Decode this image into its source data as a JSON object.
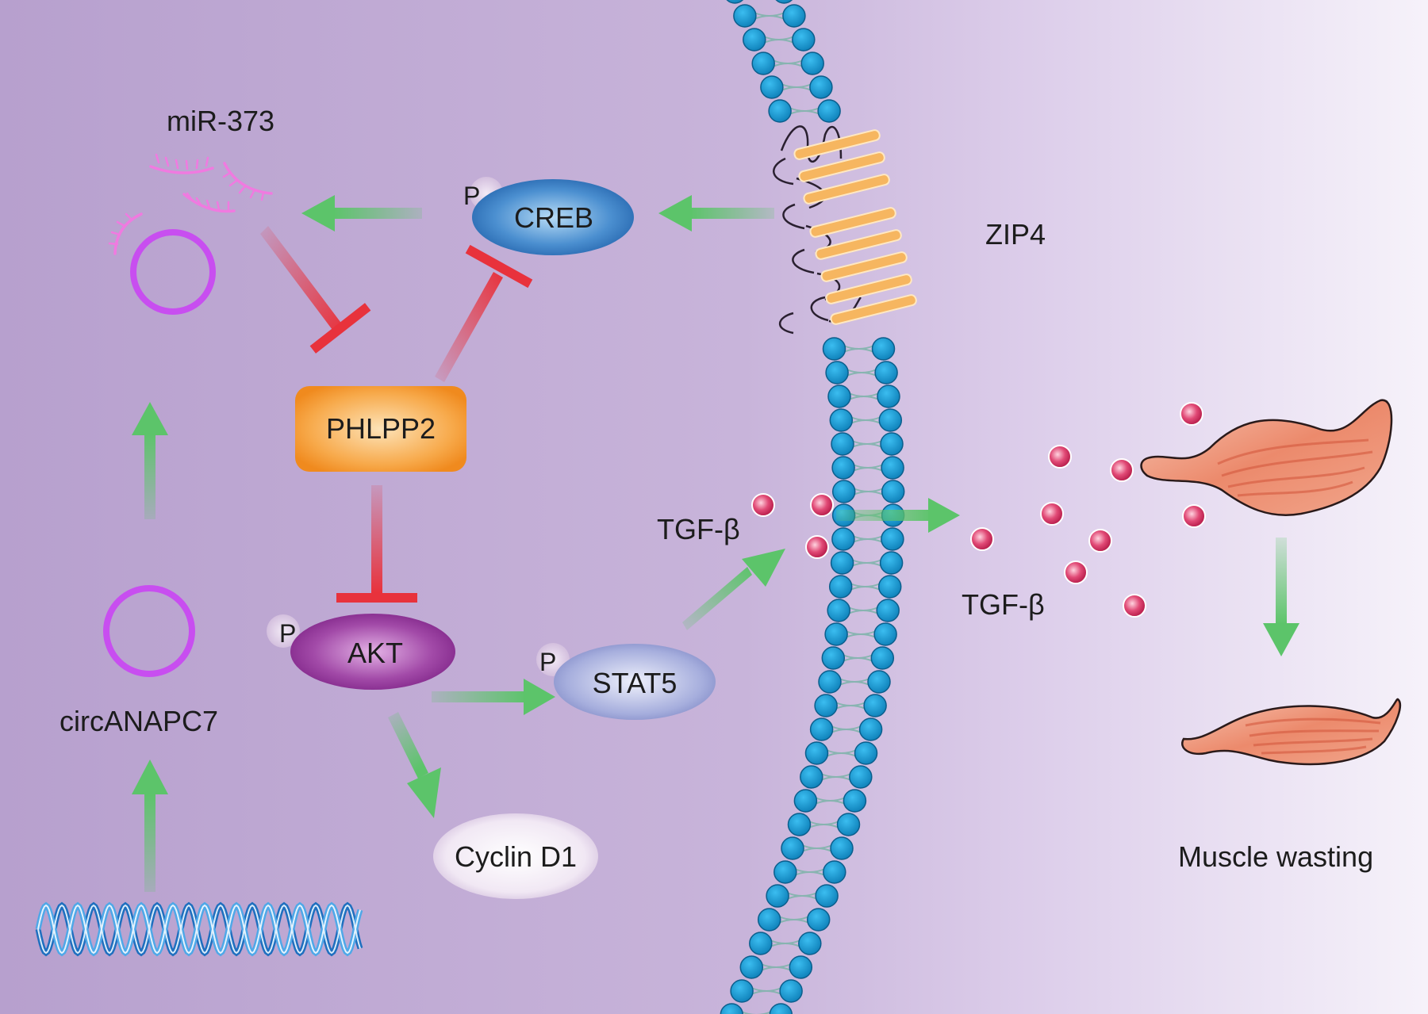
{
  "labels": {
    "mir": "miR-373",
    "creb": "CREB",
    "zip4": "ZIP4",
    "phlpp2": "PHLPP2",
    "akt": "AKT",
    "stat5": "STAT5",
    "cyclin": "Cyclin D1",
    "circ": "circANAPC7",
    "tgf_inside": "TGF-β",
    "tgf_outside": "TGF-β",
    "muscle": "Muscle wasting",
    "p": "P"
  },
  "colors": {
    "background_left": "#b9a3d0",
    "background_right": "#f4f0f8",
    "membrane_bead": "#1a9fd8",
    "activation_arrow": "#5cc46a",
    "inhibition": "#e8323c",
    "circ_rna": "#c84ef0",
    "tgf_particle": "#d6305e",
    "zip4_helix": "#f4b35a",
    "phlpp2_box": "#f5902a"
  },
  "icons": [
    "dna-helix-icon",
    "circ-rna-ring-icon",
    "mirna-strand-icon",
    "muscle-fiber-icon",
    "membrane-bilayer-icon",
    "zip4-transporter-icon",
    "tgf-particle-icon"
  ]
}
